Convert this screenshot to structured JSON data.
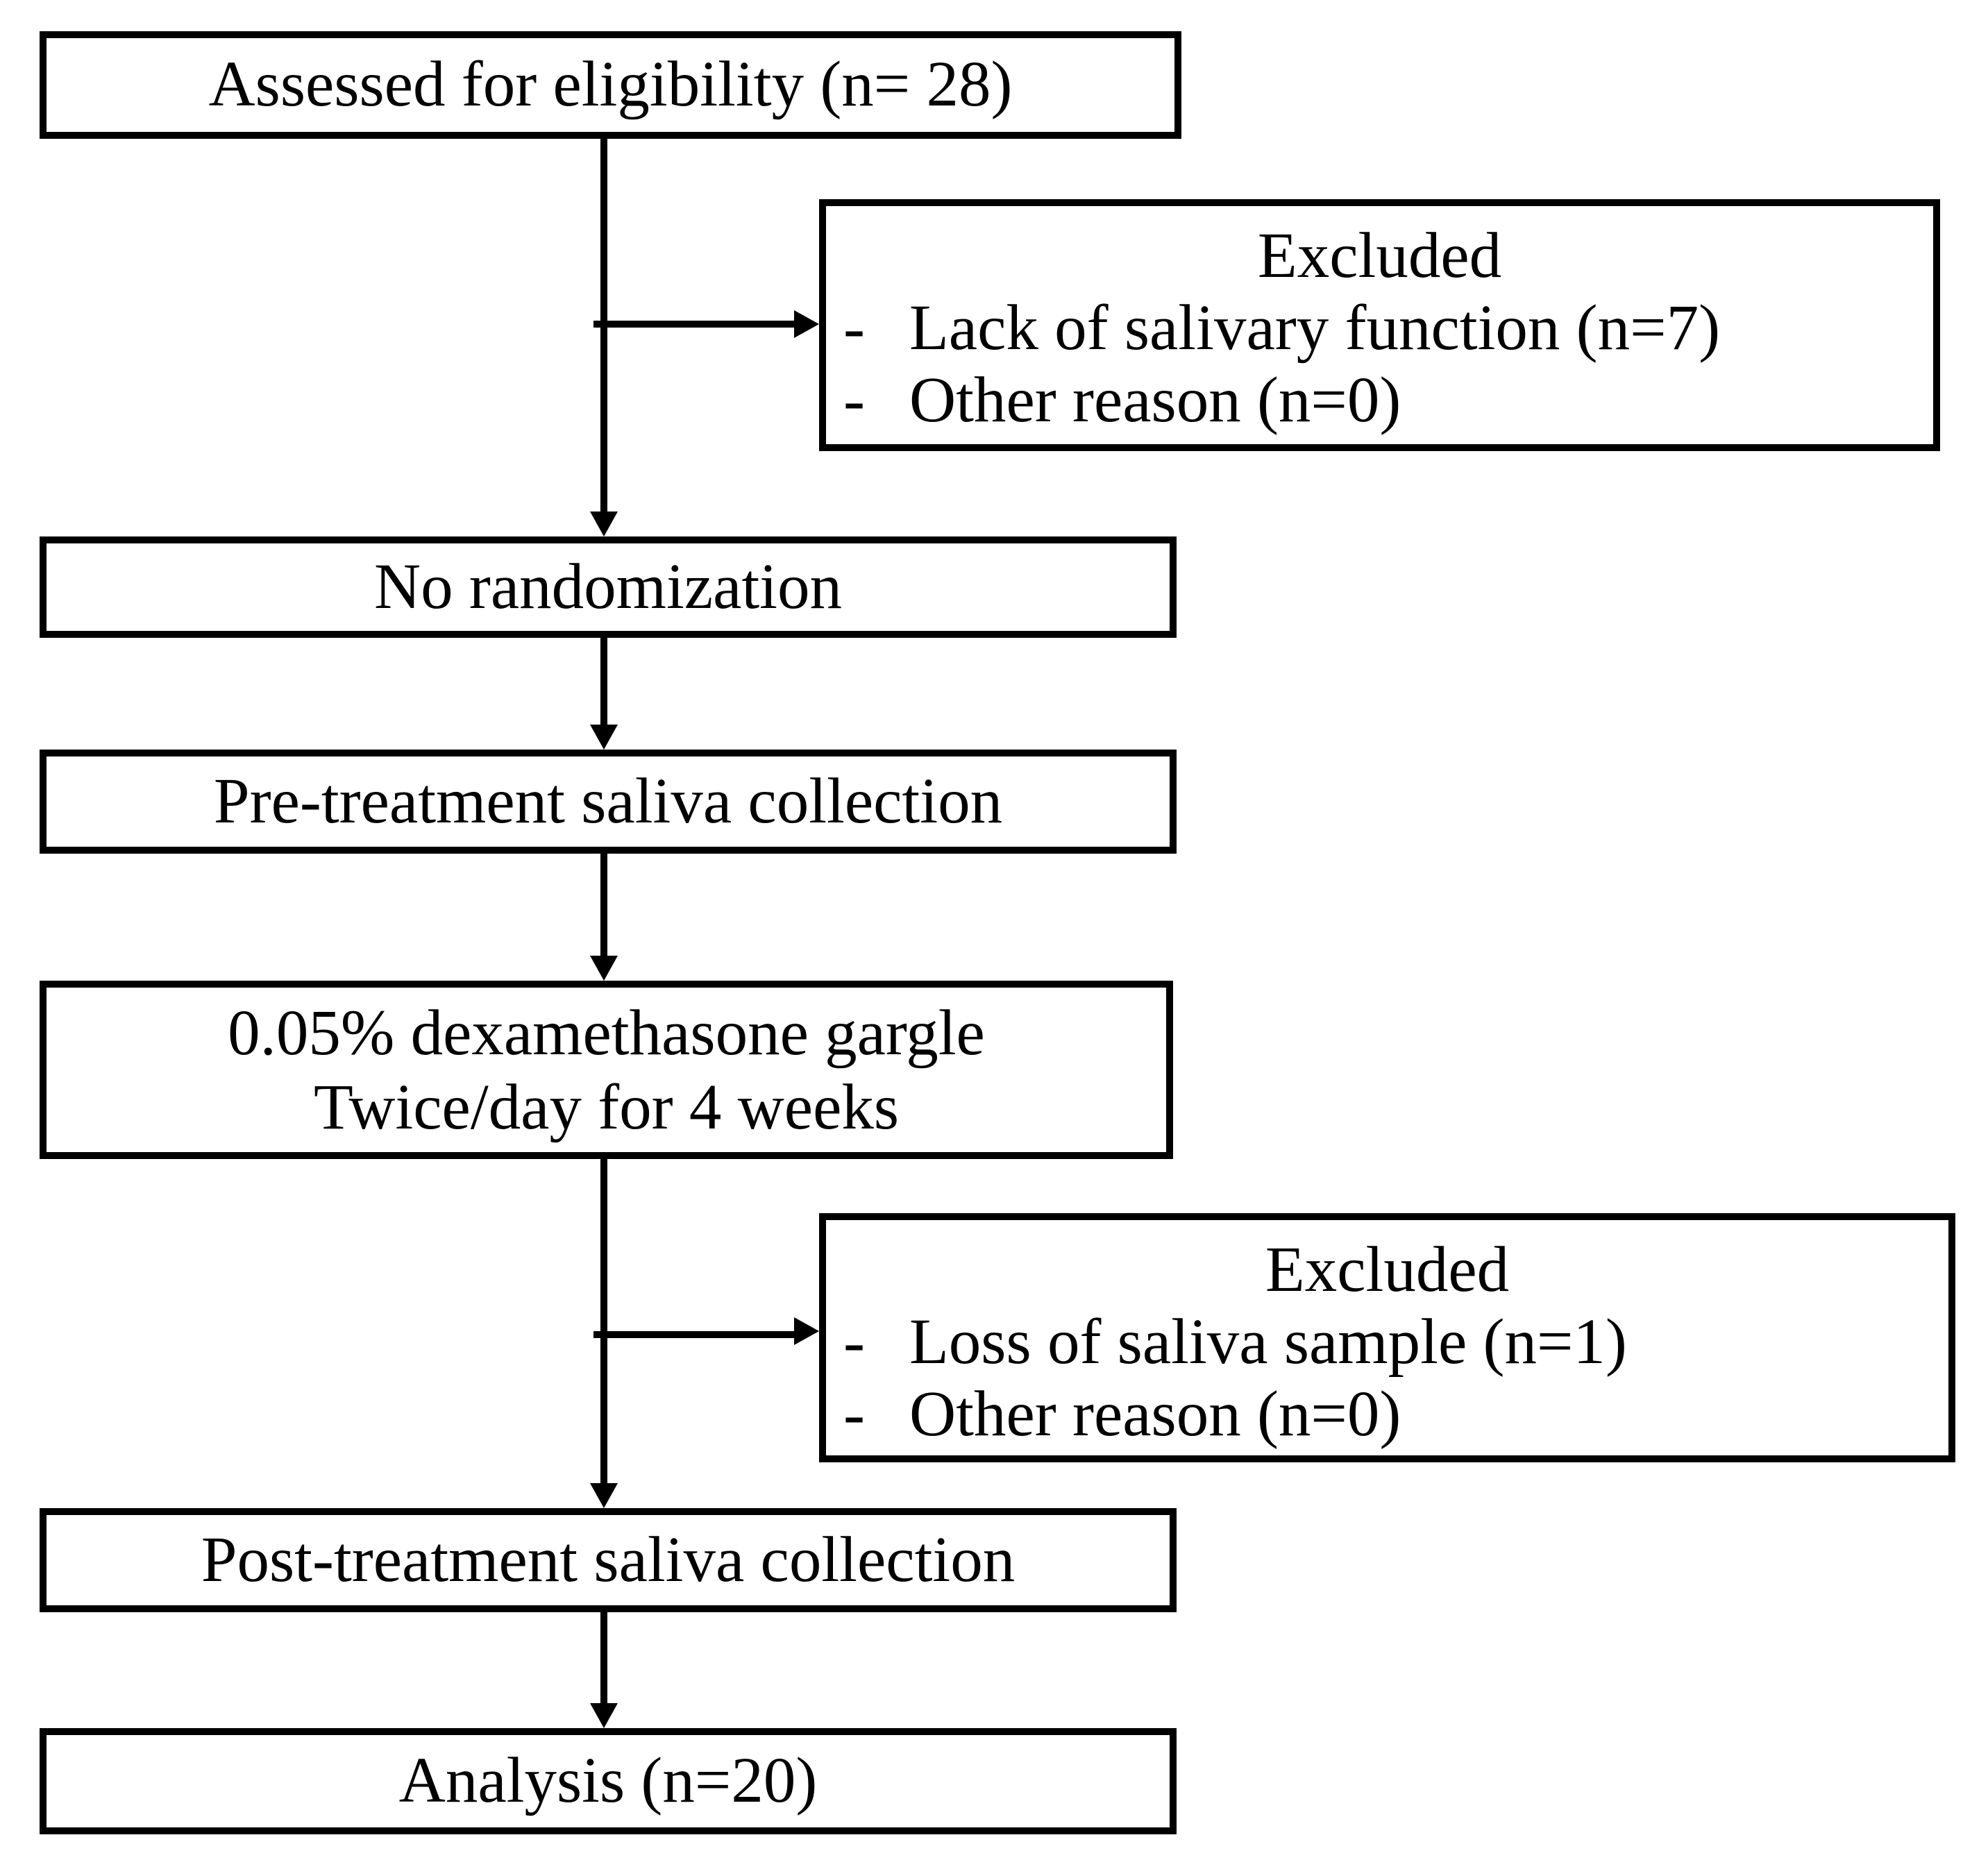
{
  "diagram": {
    "background_color": "#ffffff",
    "line_color": "#000000",
    "nodes": {
      "assessed": {
        "label": "Assessed for eligibility (n= 28)"
      },
      "excluded1": {
        "title": "Excluded",
        "bullet": "-",
        "items": [
          "Lack of salivary function (n=7)",
          "Other reason (n=0)"
        ]
      },
      "no_randomization": {
        "label": "No randomization"
      },
      "pretreatment": {
        "label": "Pre-treatment saliva collection"
      },
      "gargle": {
        "line1": "0.05% dexamethasone gargle",
        "line2": "Twice/day for 4 weeks"
      },
      "excluded2": {
        "title": "Excluded",
        "bullet": "-",
        "items": [
          "Loss of saliva sample (n=1)",
          "Other reason (n=0)"
        ]
      },
      "posttreatment": {
        "label": "Post-treatment saliva collection"
      },
      "analysis": {
        "label": "Analysis (n=20)"
      }
    }
  }
}
